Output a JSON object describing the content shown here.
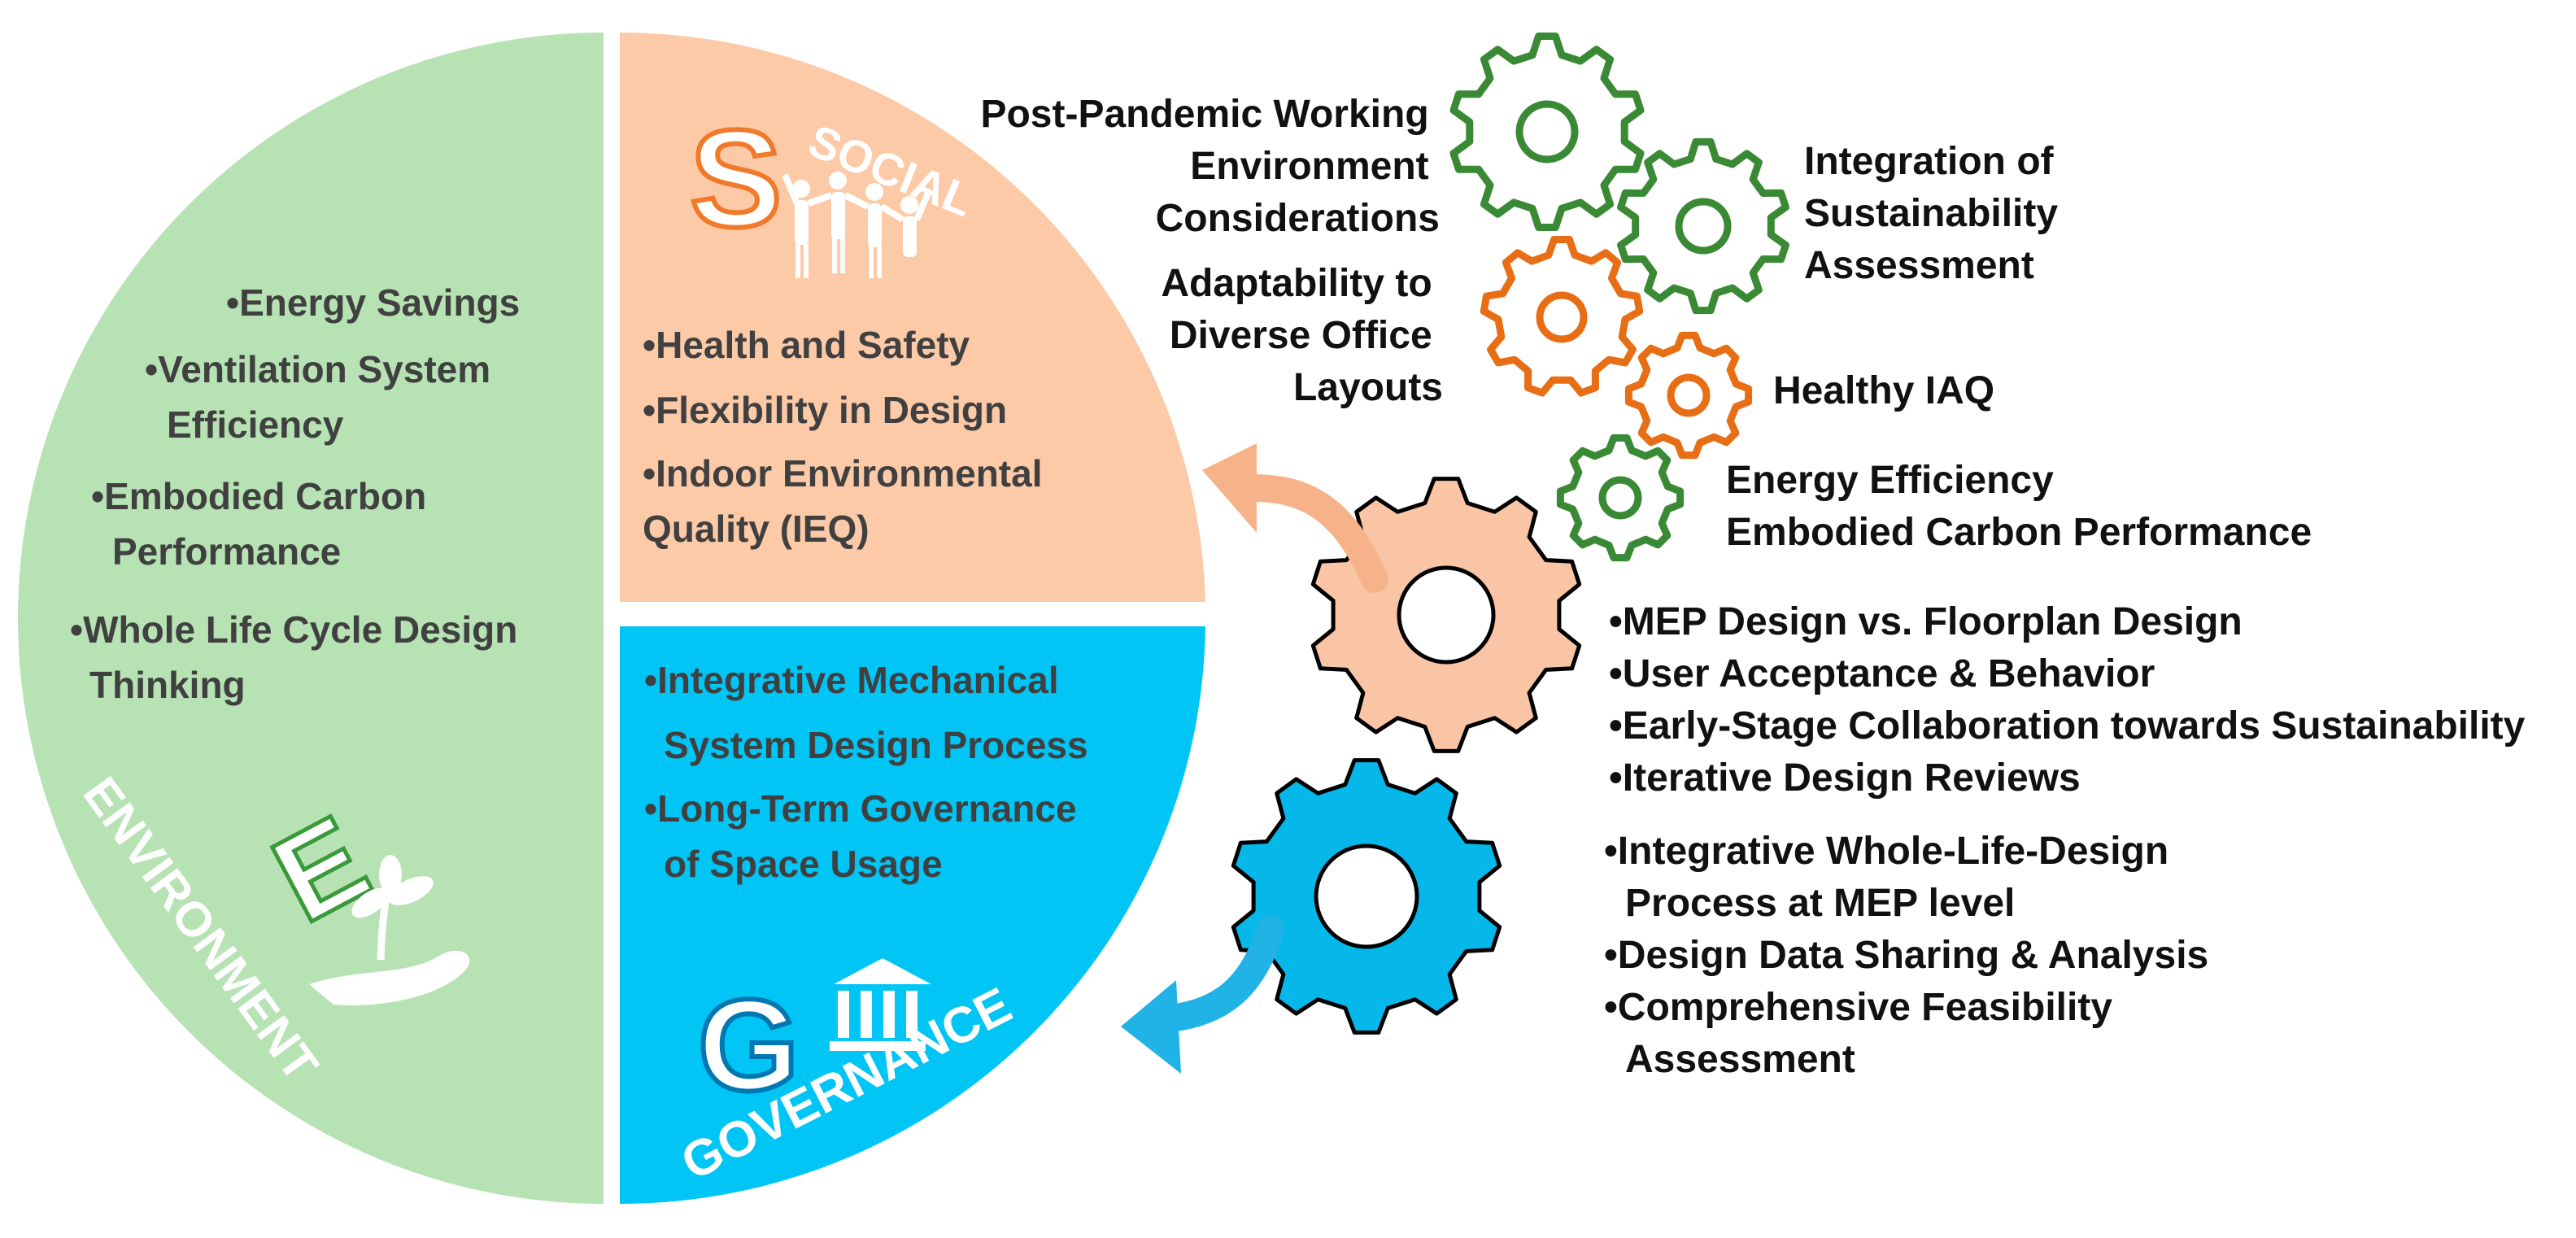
{
  "colors": {
    "environment": "#b7e2b4",
    "social": "#fdcaa8",
    "governance": "#00c5f5",
    "gear_green": "#3a8a35",
    "gear_orange": "#e86e16",
    "gear_peach": "#f9c5a4",
    "gear_blue": "#06b8ea",
    "arrow_peach": "#f6b38a",
    "arrow_blue": "#22b3e6"
  },
  "environment": {
    "title": "ENVIRONMENT",
    "letter": "E",
    "items": [
      [
        "•Energy Savings"
      ],
      [
        "•Ventilation System",
        "Efficiency"
      ],
      [
        "•Embodied Carbon",
        "Performance"
      ],
      [
        "•Whole Life Cycle Design",
        "Thinking"
      ]
    ]
  },
  "social": {
    "title": "SOCIAL",
    "letter": "S",
    "items": [
      [
        "•Health and Safety"
      ],
      [
        "•Flexibility in Design"
      ],
      [
        "•Indoor Environmental",
        "Quality (IEQ)"
      ]
    ]
  },
  "governance": {
    "title": "GOVERNANCE",
    "letter": "G",
    "items": [
      [
        "•Integrative Mechanical",
        "System Design Process"
      ],
      [
        "•Long-Term Governance",
        "of Space Usage"
      ]
    ]
  },
  "gear_labels": {
    "post_pandemic": [
      "Post-Pandemic Working",
      "Environment",
      "Considerations"
    ],
    "adaptability": [
      "Adaptability to",
      "Diverse Office",
      "Layouts"
    ],
    "integration": [
      "Integration of",
      "Sustainability",
      "Assessment"
    ],
    "healthy_iaq": [
      "Healthy IAQ"
    ],
    "energy": [
      "Energy Efficiency",
      "Embodied Carbon Performance"
    ]
  },
  "social_gear_list": [
    "•MEP Design vs. Floorplan Design",
    "•User Acceptance & Behavior",
    "•Early-Stage Collaboration towards Sustainability",
    "•Iterative Design Reviews"
  ],
  "governance_gear_list": [
    [
      "•Integrative Whole-Life-Design",
      "Process at MEP level"
    ],
    [
      "•Design Data Sharing & Analysis"
    ],
    [
      "•Comprehensive Feasibility",
      "Assessment"
    ]
  ]
}
